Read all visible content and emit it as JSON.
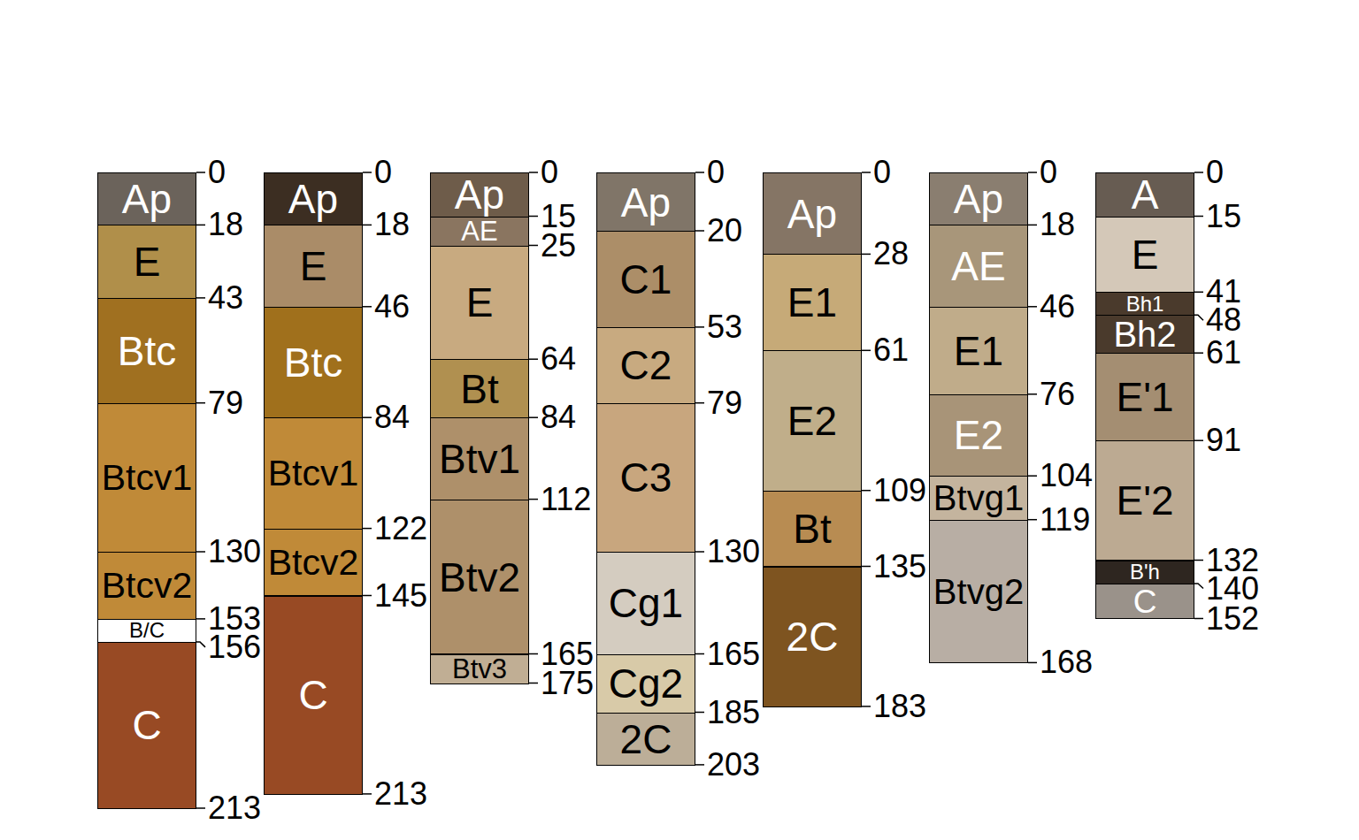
{
  "diagram": {
    "nodes": [
      {
        "text": [
          "Ap"
        ]
      },
      {
        "text": [
          "E"
        ]
      },
      {
        "text": [
          "Btc"
        ]
      },
      {
        "text": [
          "Btcv1"
        ]
      },
      {
        "text": [
          "Btcv2"
        ]
      },
      {
        "text": [
          "B/C"
        ]
      },
      {
        "text": [
          "C"
        ]
      },
      {
        "text": [
          "Ap"
        ]
      },
      {
        "text": [
          "E"
        ]
      },
      {
        "text": [
          "Btc"
        ]
      },
      {
        "text": [
          "Btcv1"
        ]
      },
      {
        "text": [
          "Btcv2"
        ]
      },
      {
        "text": [
          "C"
        ]
      },
      {
        "text": [
          "Ap"
        ]
      },
      {
        "text": [
          "AE"
        ]
      },
      {
        "text": [
          "E"
        ]
      },
      {
        "text": [
          "Bt"
        ]
      },
      {
        "text": [
          "Btv1"
        ]
      },
      {
        "text": [
          "Btv2"
        ]
      },
      {
        "text": [
          "Btv3"
        ]
      },
      {
        "text": [
          "Ap"
        ]
      },
      {
        "text": [
          "C1"
        ]
      },
      {
        "text": [
          "C2"
        ]
      },
      {
        "text": [
          "C3"
        ]
      },
      {
        "text": [
          "Cg1"
        ]
      },
      {
        "text": [
          "Cg2"
        ]
      },
      {
        "text": [
          "2C"
        ]
      },
      {
        "text": [
          "Ap"
        ]
      },
      {
        "text": [
          "E1"
        ]
      },
      {
        "text": [
          "E2"
        ]
      },
      {
        "text": [
          "Bt"
        ]
      },
      {
        "text": [
          "2C"
        ]
      },
      {
        "text": [
          "Ap"
        ]
      },
      {
        "text": [
          "AE"
        ]
      },
      {
        "text": [
          "E1"
        ]
      },
      {
        "text": [
          "E2"
        ]
      },
      {
        "text": [
          "Btvg1"
        ]
      },
      {
        "text": [
          "Btvg2"
        ]
      },
      {
        "text": [
          "A"
        ]
      },
      {
        "text": [
          "E"
        ]
      },
      {
        "text": [
          "Bh1"
        ]
      },
      {
        "text": [
          "Bh2"
        ]
      },
      {
        "text": [
          "E'1"
        ]
      },
      {
        "text": [
          "E'2"
        ]
      },
      {
        "text": [
          "B'h"
        ]
      },
      {
        "text": [
          "C"
        ]
      }
    ],
    "labels": [
      "0",
      "18",
      "43",
      "79",
      "130",
      "153",
      "156",
      "213",
      "0",
      "18",
      "46",
      "84",
      "122",
      "145",
      "213",
      "0",
      "15",
      "25",
      "64",
      "84",
      "112",
      "165",
      "175",
      "0",
      "20",
      "53",
      "79",
      "130",
      "165",
      "185",
      "203",
      "0",
      "28",
      "61",
      "109",
      "135",
      "183",
      "0",
      "18",
      "46",
      "76",
      "104",
      "119",
      "168",
      "0",
      "15",
      "41",
      "48",
      "61",
      "91",
      "132",
      "140",
      "152"
    ]
  }
}
